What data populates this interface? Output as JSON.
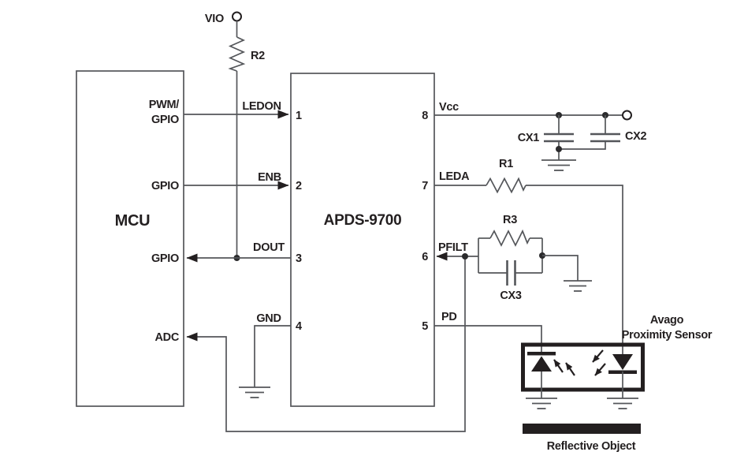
{
  "colors": {
    "wire": "#54565a",
    "ink": "#231f20"
  },
  "power": {
    "vio": "VIO",
    "r2": "R2"
  },
  "mcu": {
    "title": "MCU",
    "pin_pwm_line1": "PWM/",
    "pin_pwm_line2": "GPIO",
    "pin_enb": "GPIO",
    "pin_dout": "GPIO",
    "pin_adc": "ADC"
  },
  "chip": {
    "title": "APDS-9700",
    "pins_left": [
      {
        "num": "1",
        "signal": "LEDON"
      },
      {
        "num": "2",
        "signal": "ENB"
      },
      {
        "num": "3",
        "signal": "DOUT"
      },
      {
        "num": "4",
        "signal": "GND"
      }
    ],
    "pins_right": [
      {
        "num": "8",
        "signal": "Vcc"
      },
      {
        "num": "7",
        "signal": "LEDA"
      },
      {
        "num": "6",
        "signal": "PFILT"
      },
      {
        "num": "5",
        "signal": "PD"
      }
    ]
  },
  "components": {
    "r1": "R1",
    "r3": "R3",
    "cx1": "CX1",
    "cx2": "CX2",
    "cx3": "CX3"
  },
  "sensor": {
    "label_line1": "Avago",
    "label_line2": "Proximity Sensor"
  },
  "reflective_object": {
    "label": "Reflective Object"
  }
}
